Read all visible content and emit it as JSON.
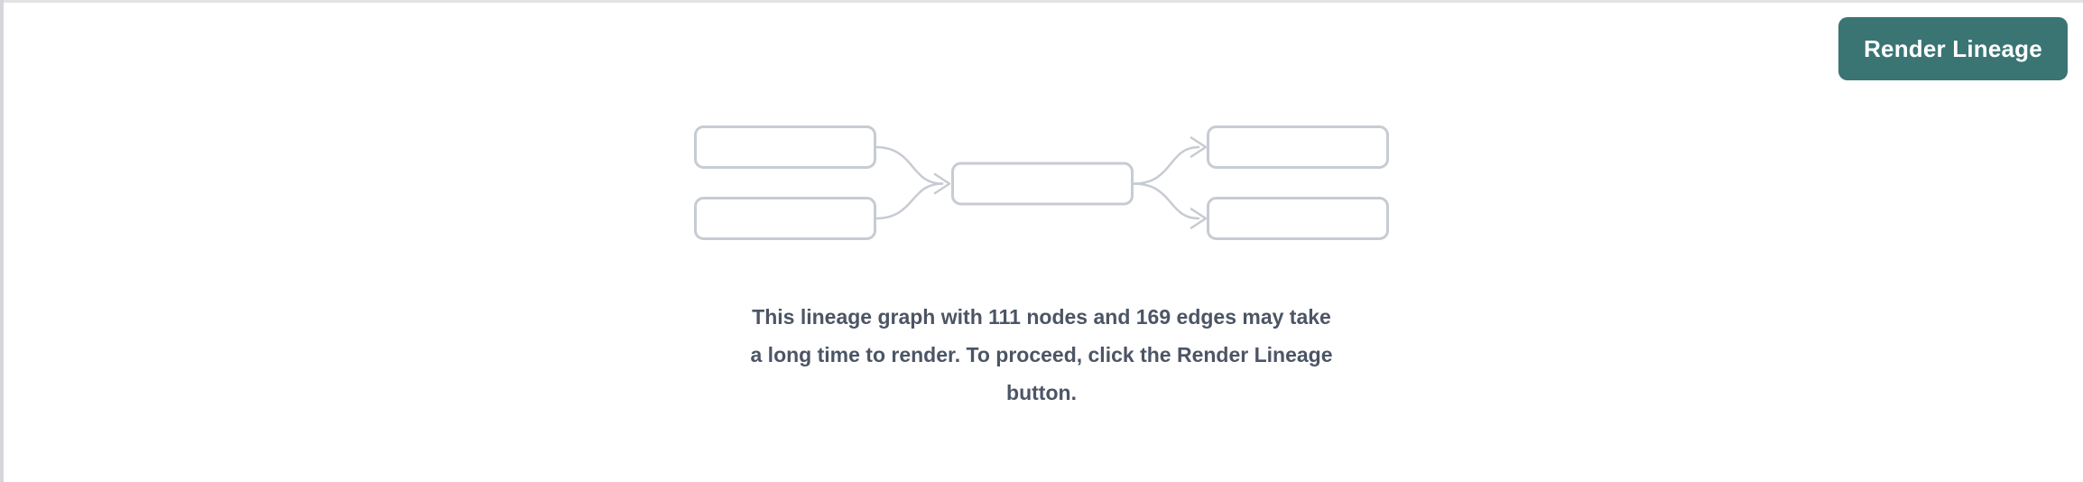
{
  "panel": {
    "render_button": {
      "label": "Render Lineage"
    },
    "message": {
      "full": "This lineage graph with 111 nodes and 169 edges may take a long time to render. To proceed, click the Render Lineage button.",
      "lines": [
        "This lineage graph with 111 nodes and 169 edges may take",
        "a long time to render. To proceed, click the Render Lineage",
        "button."
      ],
      "node_count": "111",
      "edge_count": "169"
    },
    "placeholder_graphic": {
      "description": "five empty node boxes connected by curved arrows (2 sources -> 1 middle node -> 2 targets)"
    }
  },
  "theme": {
    "background": "#ffffff",
    "panel_border_top": "#e2e3e5",
    "panel_border_left": "#d5d6d9",
    "button_bg": "#3a7574",
    "button_text": "#ffffff",
    "message_text": "#4c5565",
    "graphic_stroke": "#c7cbd3"
  }
}
